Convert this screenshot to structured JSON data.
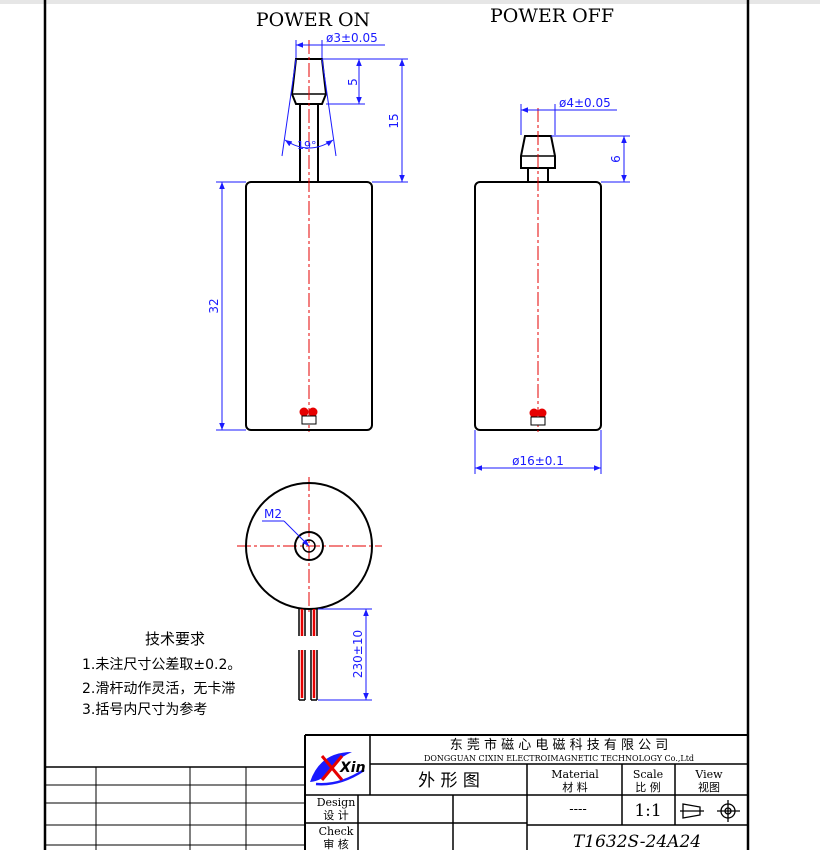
{
  "views": {
    "power_on_title": "POWER ON",
    "power_off_title": "POWER OFF"
  },
  "dimensions": {
    "tip_diameter_on": "ø3±0.05",
    "tip_length": "5",
    "plunger_length": "15",
    "taper_angle": "19°",
    "body_length": "32",
    "tip_diameter_off": "ø4±0.05",
    "tip_height_off": "6",
    "body_diameter": "ø16±0.1",
    "thread": "M2",
    "lead_length": "230±10"
  },
  "tech_requirements": {
    "title": "技术要求",
    "items": [
      "1.未注尺寸公差取±0.2。",
      "2.滑杆动作灵活，无卡滞",
      "3.括号内尺寸为参考"
    ]
  },
  "title_block": {
    "logo_text": "Xin",
    "company_cn": "东 莞 市 磁 心 电 磁 科 技 有 限 公 司",
    "company_en": "DONGGUAN   CIXIN  ELECTROIMAGNETIC   TECHNOLOGY   Co.,Ltd",
    "drawing_name": "外 形 图",
    "material_en": "Material",
    "material_cn": "材  料",
    "material_value": "----",
    "scale_en": "Scale",
    "scale_cn": "比 例",
    "scale_value": "1:1",
    "view_en": "View",
    "view_cn": "视图",
    "design_en": "Design",
    "design_cn": "设 计",
    "check_en": "Check",
    "check_cn": "审 核",
    "part_number": "T1632S-24A24"
  },
  "colors": {
    "outline": "#000000",
    "dimension": "#1a1aff",
    "centerline": "#e60000"
  }
}
